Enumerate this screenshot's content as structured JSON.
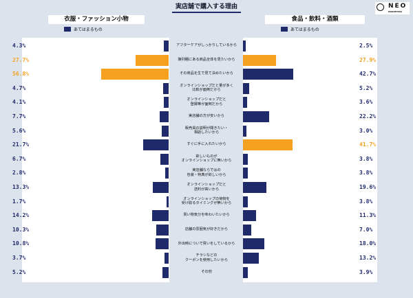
{
  "colors": {
    "navy": "#1f2a6b",
    "orange": "#f5a01e"
  },
  "brand": {
    "logo_text": "NEO",
    "logo_sub": "MARKETING"
  },
  "chart_data": {
    "type": "bar",
    "title": "実店舗で購入する理由",
    "legend": "あてはまるもの",
    "unit": "%",
    "categories": [
      "アフターケアがしっかりしているから",
      "陳列棚にある商品全体を見たいから",
      "その商品を生で見て決めたいから",
      "オンラインショップだと量が多く\n比較が面倒だから",
      "オンラインショップだと\n登録等が面倒だから",
      "実店舗の方が安いから",
      "販売員の説明が聞きたい・\n相談したいから",
      "すぐに手に入れたいから",
      "欲しいものが\nオンラインショップに無いから",
      "実店舗ならではの\n包装・特典が欲しいから",
      "オンラインショップだと\n送料が高いから",
      "オンラインショップの荷物を\n受け取るタイミングが無いから",
      "買い物気分を味わいたいから",
      "店舗の雰囲気が好きだから",
      "外出時についで買いをしているから",
      "チラシなどの\nクーポンを使用したいから",
      "その他"
    ],
    "series": [
      {
        "name": "衣服・ファッション小物",
        "values": [
          4.3,
          27.7,
          56.8,
          4.7,
          4.1,
          7.7,
          5.6,
          21.7,
          6.7,
          2.8,
          13.3,
          1.7,
          14.2,
          10.3,
          10.8,
          3.7,
          5.2
        ],
        "highlight": [
          1,
          2
        ]
      },
      {
        "name": "食品・飲料・酒類",
        "values": [
          2.5,
          27.9,
          42.7,
          5.2,
          3.6,
          22.2,
          3.0,
          41.7,
          3.8,
          3.8,
          19.6,
          3.8,
          11.3,
          7.0,
          18.0,
          13.2,
          3.9
        ],
        "highlight": [
          1,
          7
        ]
      }
    ]
  }
}
